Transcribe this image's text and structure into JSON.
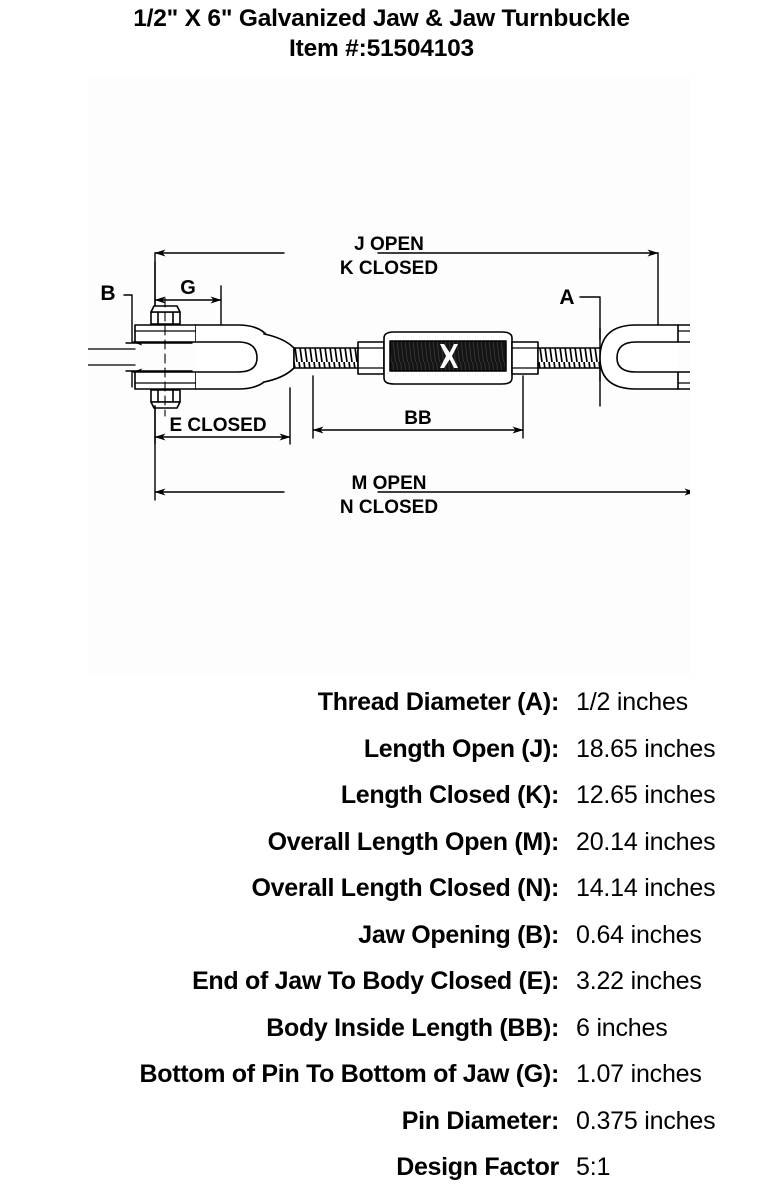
{
  "title": {
    "product_name": "1/2\" X 6\" Galvanized Jaw & Jaw Turnbuckle",
    "item_number": "Item #:51504103"
  },
  "diagram": {
    "name": "jaw-and-jaw-turnbuckle-dimension-drawing",
    "dimension_labels": {
      "j_open": "J  OPEN",
      "k_closed": "K  CLOSED",
      "g": "G",
      "b": "B",
      "a": "A",
      "e_closed": "E  CLOSED",
      "bb": "BB",
      "m_open": "M  OPEN",
      "n_closed": "N  CLOSED"
    },
    "colors": {
      "line": "#000000",
      "panel_background": "#fdfdfd",
      "body_fill": "#ffffff",
      "thread_dark": "#111111"
    }
  },
  "specifications": [
    {
      "label": "Thread Diameter (A):",
      "value": "1/2 inches"
    },
    {
      "label": "Length Open (J):",
      "value": "18.65 inches"
    },
    {
      "label": "Length Closed (K):",
      "value": "12.65 inches"
    },
    {
      "label": "Overall Length Open (M):",
      "value": "20.14 inches"
    },
    {
      "label": "Overall Length Closed (N):",
      "value": "14.14 inches"
    },
    {
      "label": "Jaw Opening (B):",
      "value": "0.64 inches"
    },
    {
      "label": "End of Jaw To Body Closed (E):",
      "value": "3.22 inches"
    },
    {
      "label": "Body Inside Length (BB):",
      "value": "6 inches"
    },
    {
      "label": "Bottom of Pin To Bottom of Jaw (G):",
      "value": "1.07 inches"
    },
    {
      "label": "Pin Diameter:",
      "value": "0.375 inches"
    },
    {
      "label": "Design Factor",
      "value": "5:1"
    }
  ]
}
